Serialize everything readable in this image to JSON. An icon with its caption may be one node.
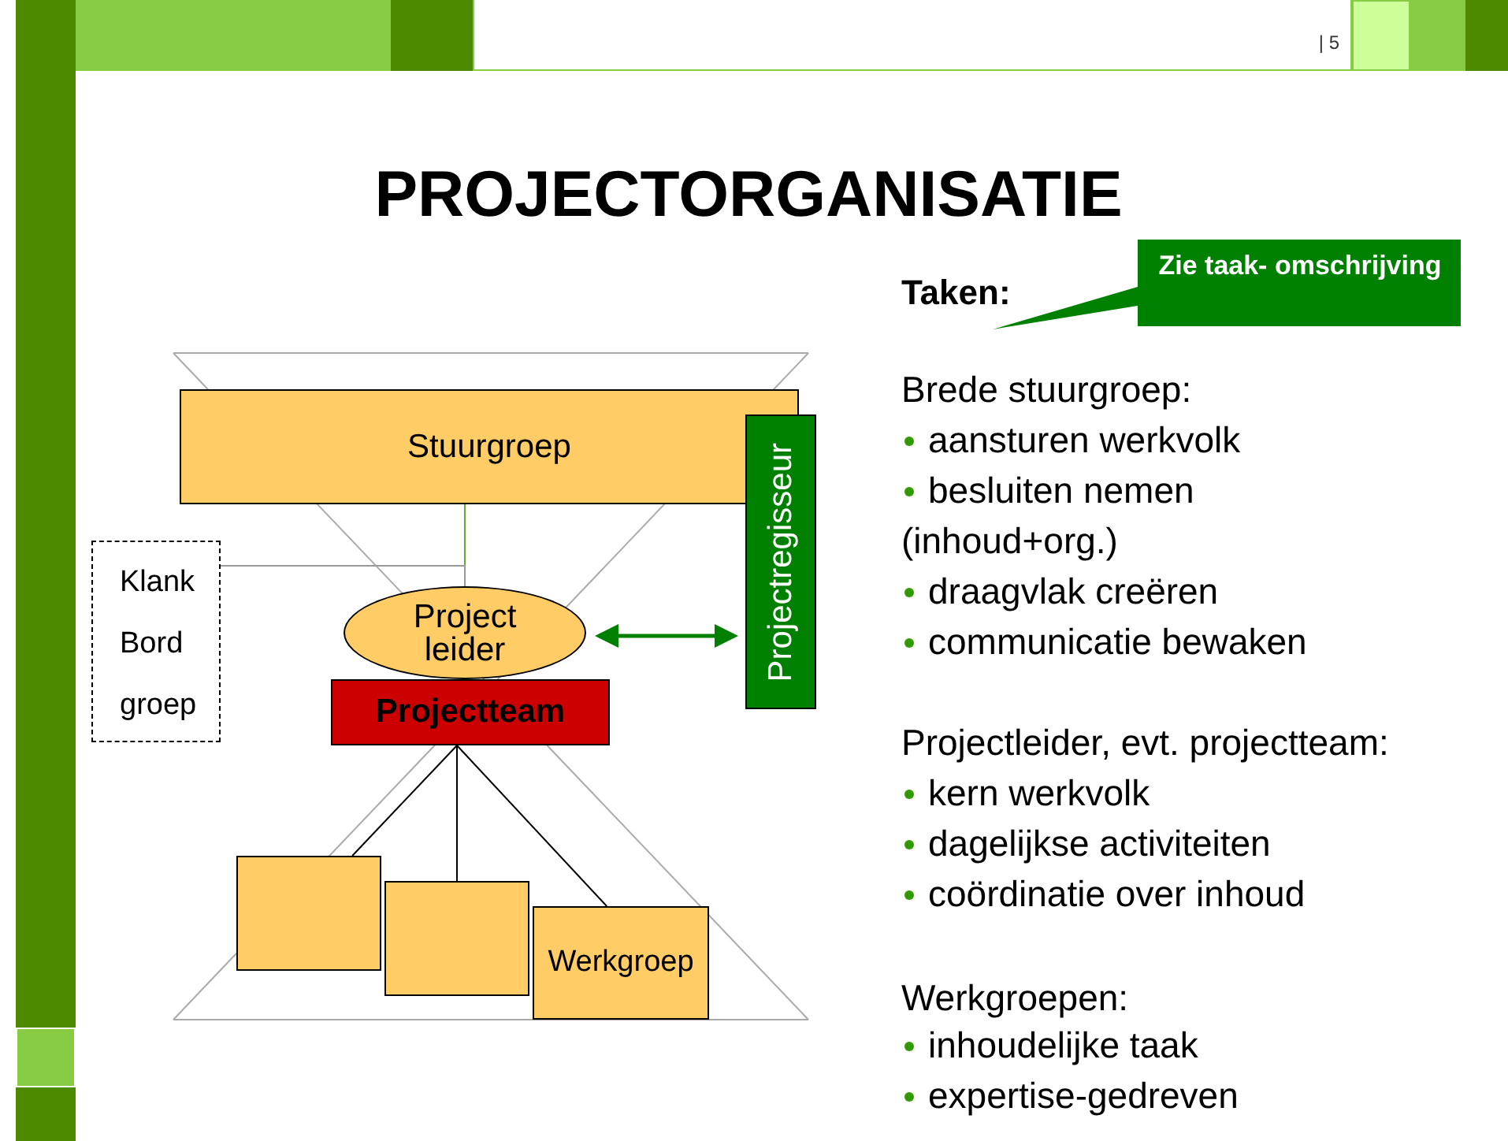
{
  "diagram": {
    "title": "PROJECTORGANISATIE",
    "nodes": [
      {
        "text": [
          "Stuurgroep"
        ]
      },
      {
        "text": [
          "Projectregisseur"
        ]
      },
      {
        "text": [
          "Klank Bord groep"
        ]
      },
      {
        "text": [
          "Project leider"
        ]
      },
      {
        "text": [
          "Projectteam"
        ]
      },
      {
        "text": [],
        "shape": "box"
      },
      {
        "text": [],
        "shape": "box"
      },
      {
        "text": [
          "Werkgroep"
        ]
      },
      {
        "text": [
          "Zie taak- omschrijving"
        ]
      }
    ],
    "edges": [
      {
        "from": 0,
        "to": 3,
        "arrow": "none",
        "color": "#66aa33"
      },
      {
        "from": 2,
        "to": 3,
        "arrow": "none",
        "color": "#999999"
      },
      {
        "from": 3,
        "to": 1,
        "arrow": "both",
        "style": "thick",
        "color": "#008000"
      },
      {
        "from": 4,
        "to": 5,
        "arrow": "none"
      },
      {
        "from": 4,
        "to": 6,
        "arrow": "none"
      },
      {
        "from": 4,
        "to": 7,
        "arrow": "none"
      }
    ],
    "labels": [
      "| 5",
      "Taken:",
      "Brede stuurgroep:",
      "aansturen werkvolk",
      "besluiten nemen (inhoud+org.)",
      "draagvlak creëren",
      "communicatie bewaken",
      "Projectleider, evt. projectteam:",
      "kern werkvolk",
      "dagelijkse activiteiten",
      "coördinatie over inhoud",
      "Werkgroepen:",
      "inhoudelijke taak",
      "expertise-gedreven"
    ]
  }
}
